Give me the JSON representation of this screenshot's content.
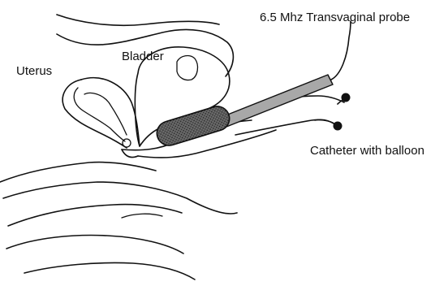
{
  "labels": {
    "probe": "6.5 Mhz Transvaginal probe",
    "uterus": "Uterus",
    "bladder": "Bladder",
    "catheter": "Catheter with balloon"
  },
  "colors": {
    "line": "#111111",
    "probe_shaft": "#a8a8a8",
    "probe_head": "#555555",
    "background": "#ffffff"
  }
}
